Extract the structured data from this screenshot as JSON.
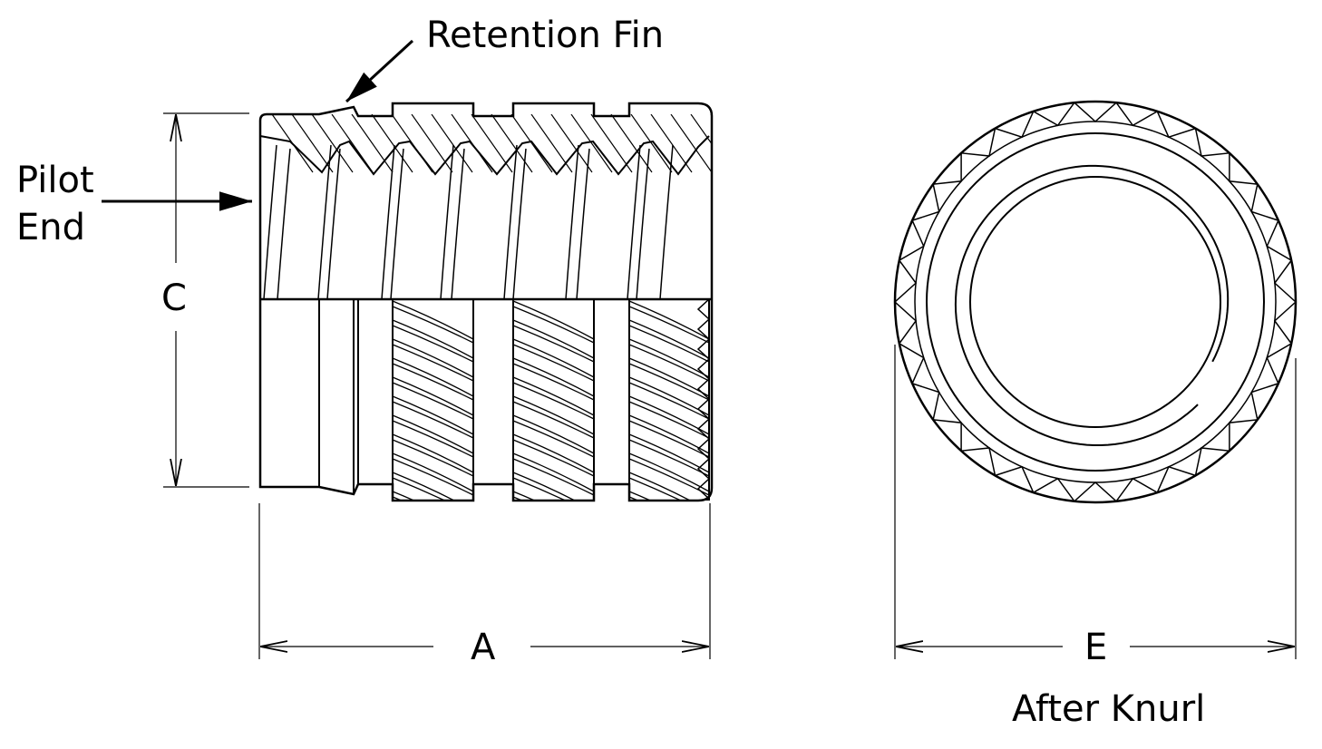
{
  "labels": {
    "retention_fin": "Retention Fin",
    "pilot_line1": "Pilot",
    "pilot_line2": "End",
    "dim_a": "A",
    "dim_c": "C",
    "dim_e": "E",
    "after_knurl": "After Knurl"
  },
  "colors": {
    "line": "#000000",
    "background": "#ffffff"
  }
}
